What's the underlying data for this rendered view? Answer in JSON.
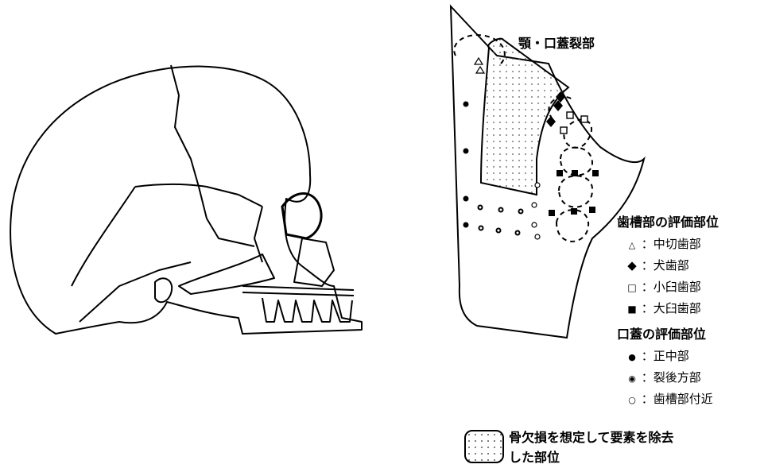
{
  "title_cleft": "顎・口蓋裂部",
  "legend_alveolar": {
    "heading": "歯槽部の評価部位",
    "items": [
      {
        "symbol": "△",
        "text": "：中切歯部",
        "icon": "open-triangle-icon"
      },
      {
        "symbol": "◆",
        "text": "：犬歯部",
        "icon": "filled-diamond-icon"
      },
      {
        "symbol": "□",
        "text": "：小臼歯部",
        "icon": "open-square-icon"
      },
      {
        "symbol": "■",
        "text": "：大臼歯部",
        "icon": "filled-square-icon"
      }
    ]
  },
  "legend_palate": {
    "heading": "口蓋の評価部位",
    "items": [
      {
        "symbol": "●",
        "text": "：正中部",
        "icon": "filled-circle-icon"
      },
      {
        "symbol": "◉",
        "text": "：裂後方部",
        "icon": "ring-dot-icon"
      },
      {
        "symbol": "○",
        "text": "：歯槽部付近",
        "icon": "open-circle-icon"
      }
    ]
  },
  "legend_removed": {
    "line1": "骨欠損を想定して要素を除去",
    "line2": "した部位",
    "icon": "dotted-region-icon"
  }
}
